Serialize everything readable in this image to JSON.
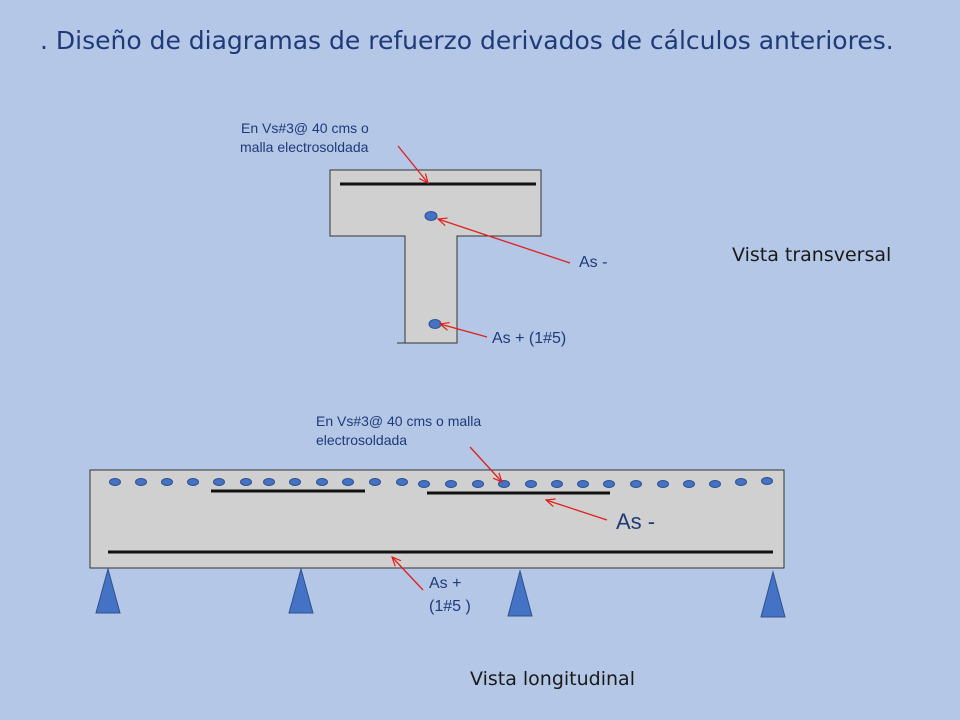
{
  "title": ". Diseño de diagramas de refuerzo derivados de cálculos anteriores.",
  "transversal": {
    "stirrup_note_line1": "En Vs#3@ 40 cms o",
    "stirrup_note_line2": "malla electrosoldada",
    "neg_steel_label": "As -",
    "pos_steel_label": "As + (1#5)",
    "view_label": "Vista transversal"
  },
  "longitudinal": {
    "stirrup_note_line1": "En Vs#3@ 40 cms o malla",
    "stirrup_note_line2": "electrosoldada",
    "neg_steel_label": "As -",
    "pos_steel_line1": "As +",
    "pos_steel_line2": "(1#5 )",
    "view_label": "Vista longitudinal"
  },
  "colors": {
    "background": "#b4c7e7",
    "concrete": "#d0d0d0",
    "rebar_dot": "#4472c4",
    "support": "#4472c4",
    "arrow": "#e0201a",
    "text": "#1f3a78"
  }
}
